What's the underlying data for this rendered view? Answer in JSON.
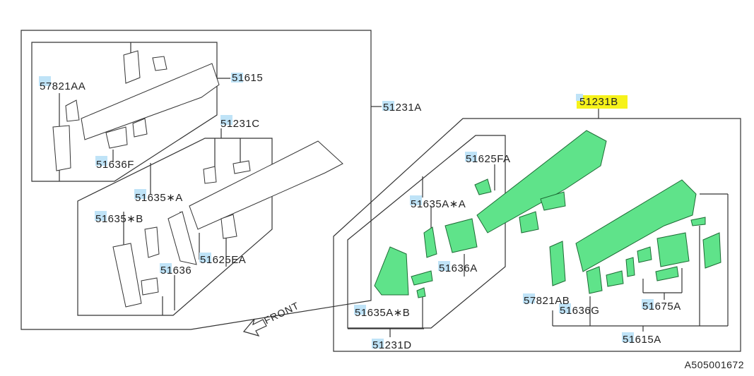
{
  "labels": {
    "l_57821AA": "57821AA",
    "l_51615": "51615",
    "l_51231A": "51231A",
    "l_51231C": "51231C",
    "l_51636F": "51636F",
    "l_51635A_star_A": "51635∗A",
    "l_51635_star_B": "51635∗B",
    "l_51636": "51636",
    "l_51625EA": "51625EA",
    "l_51231B": "51231B",
    "l_51625FA": "51625FA",
    "l_51635A_star_A_right": "51635A∗A",
    "l_51636A": "51636A",
    "l_51635A_star_B": "51635A∗B",
    "l_51231D": "51231D",
    "l_57821AB": "57821AB",
    "l_51636G": "51636G",
    "l_51675A": "51675A",
    "l_51615A": "51615A"
  },
  "front_label": "FRONT",
  "diagram_code": "A505001672",
  "colors": {
    "part_fill": "#5fe38a",
    "part_stroke": "#1c6b34",
    "label_highlight": "#bfe3f7",
    "selected_highlight": "#f6f21a"
  }
}
